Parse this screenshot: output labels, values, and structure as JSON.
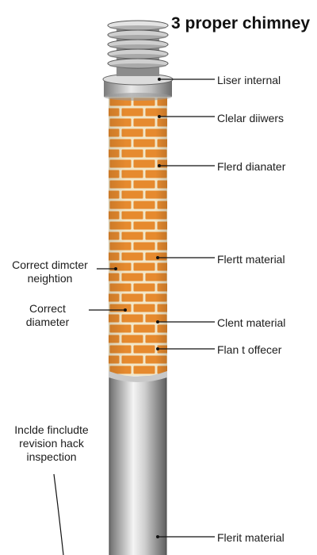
{
  "title": "3 proper chimney",
  "right_labels": [
    "Liser internal",
    "Clelar diiwers",
    "Flerd dianater",
    "Flertt material",
    "Clent material",
    "Flan t offecer",
    "Flerit material"
  ],
  "left_labels": [
    "Correct dimcter\nneightion",
    "Correct\ndiameter",
    "Inclde fincludte\nrevision hack\ninspection"
  ],
  "colors": {
    "brick": "#e68a2e",
    "mortar": "#f3e7c8",
    "pipe_light": "#eeeeee",
    "pipe_dark": "#7d7d7d",
    "line": "#111111"
  }
}
